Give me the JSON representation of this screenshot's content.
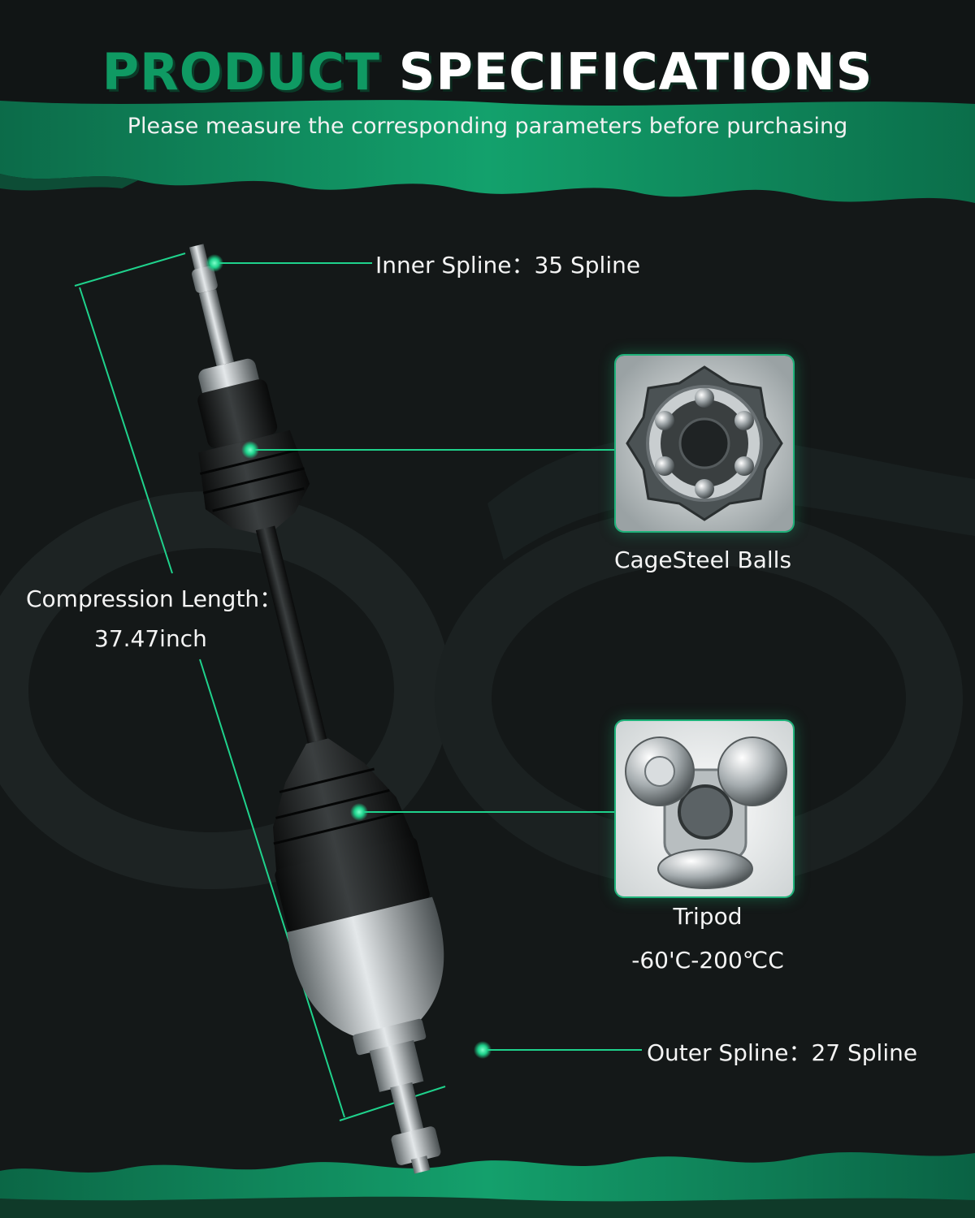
{
  "title": {
    "part1": "PRODUCT",
    "part2": "SPECIFICATIONS"
  },
  "subtitle": "Please measure the corresponding parameters before purchasing",
  "specs": {
    "inner_spline": "Inner Spline：35 Spline",
    "cage": "CageSteel Balls",
    "compression_label": "Compression Length：",
    "compression_value": "37.47inch",
    "tripod": "Tripod",
    "temperature": "-60'C-200℃C",
    "outer_spline": "Outer Spline：27 Spline"
  },
  "colors": {
    "accent": "#1fd28c",
    "brand_green": "#0f9a63",
    "background": "#141818"
  },
  "icons": [
    "cv-axle-image",
    "cage-steel-balls-image",
    "tripod-joint-image"
  ]
}
